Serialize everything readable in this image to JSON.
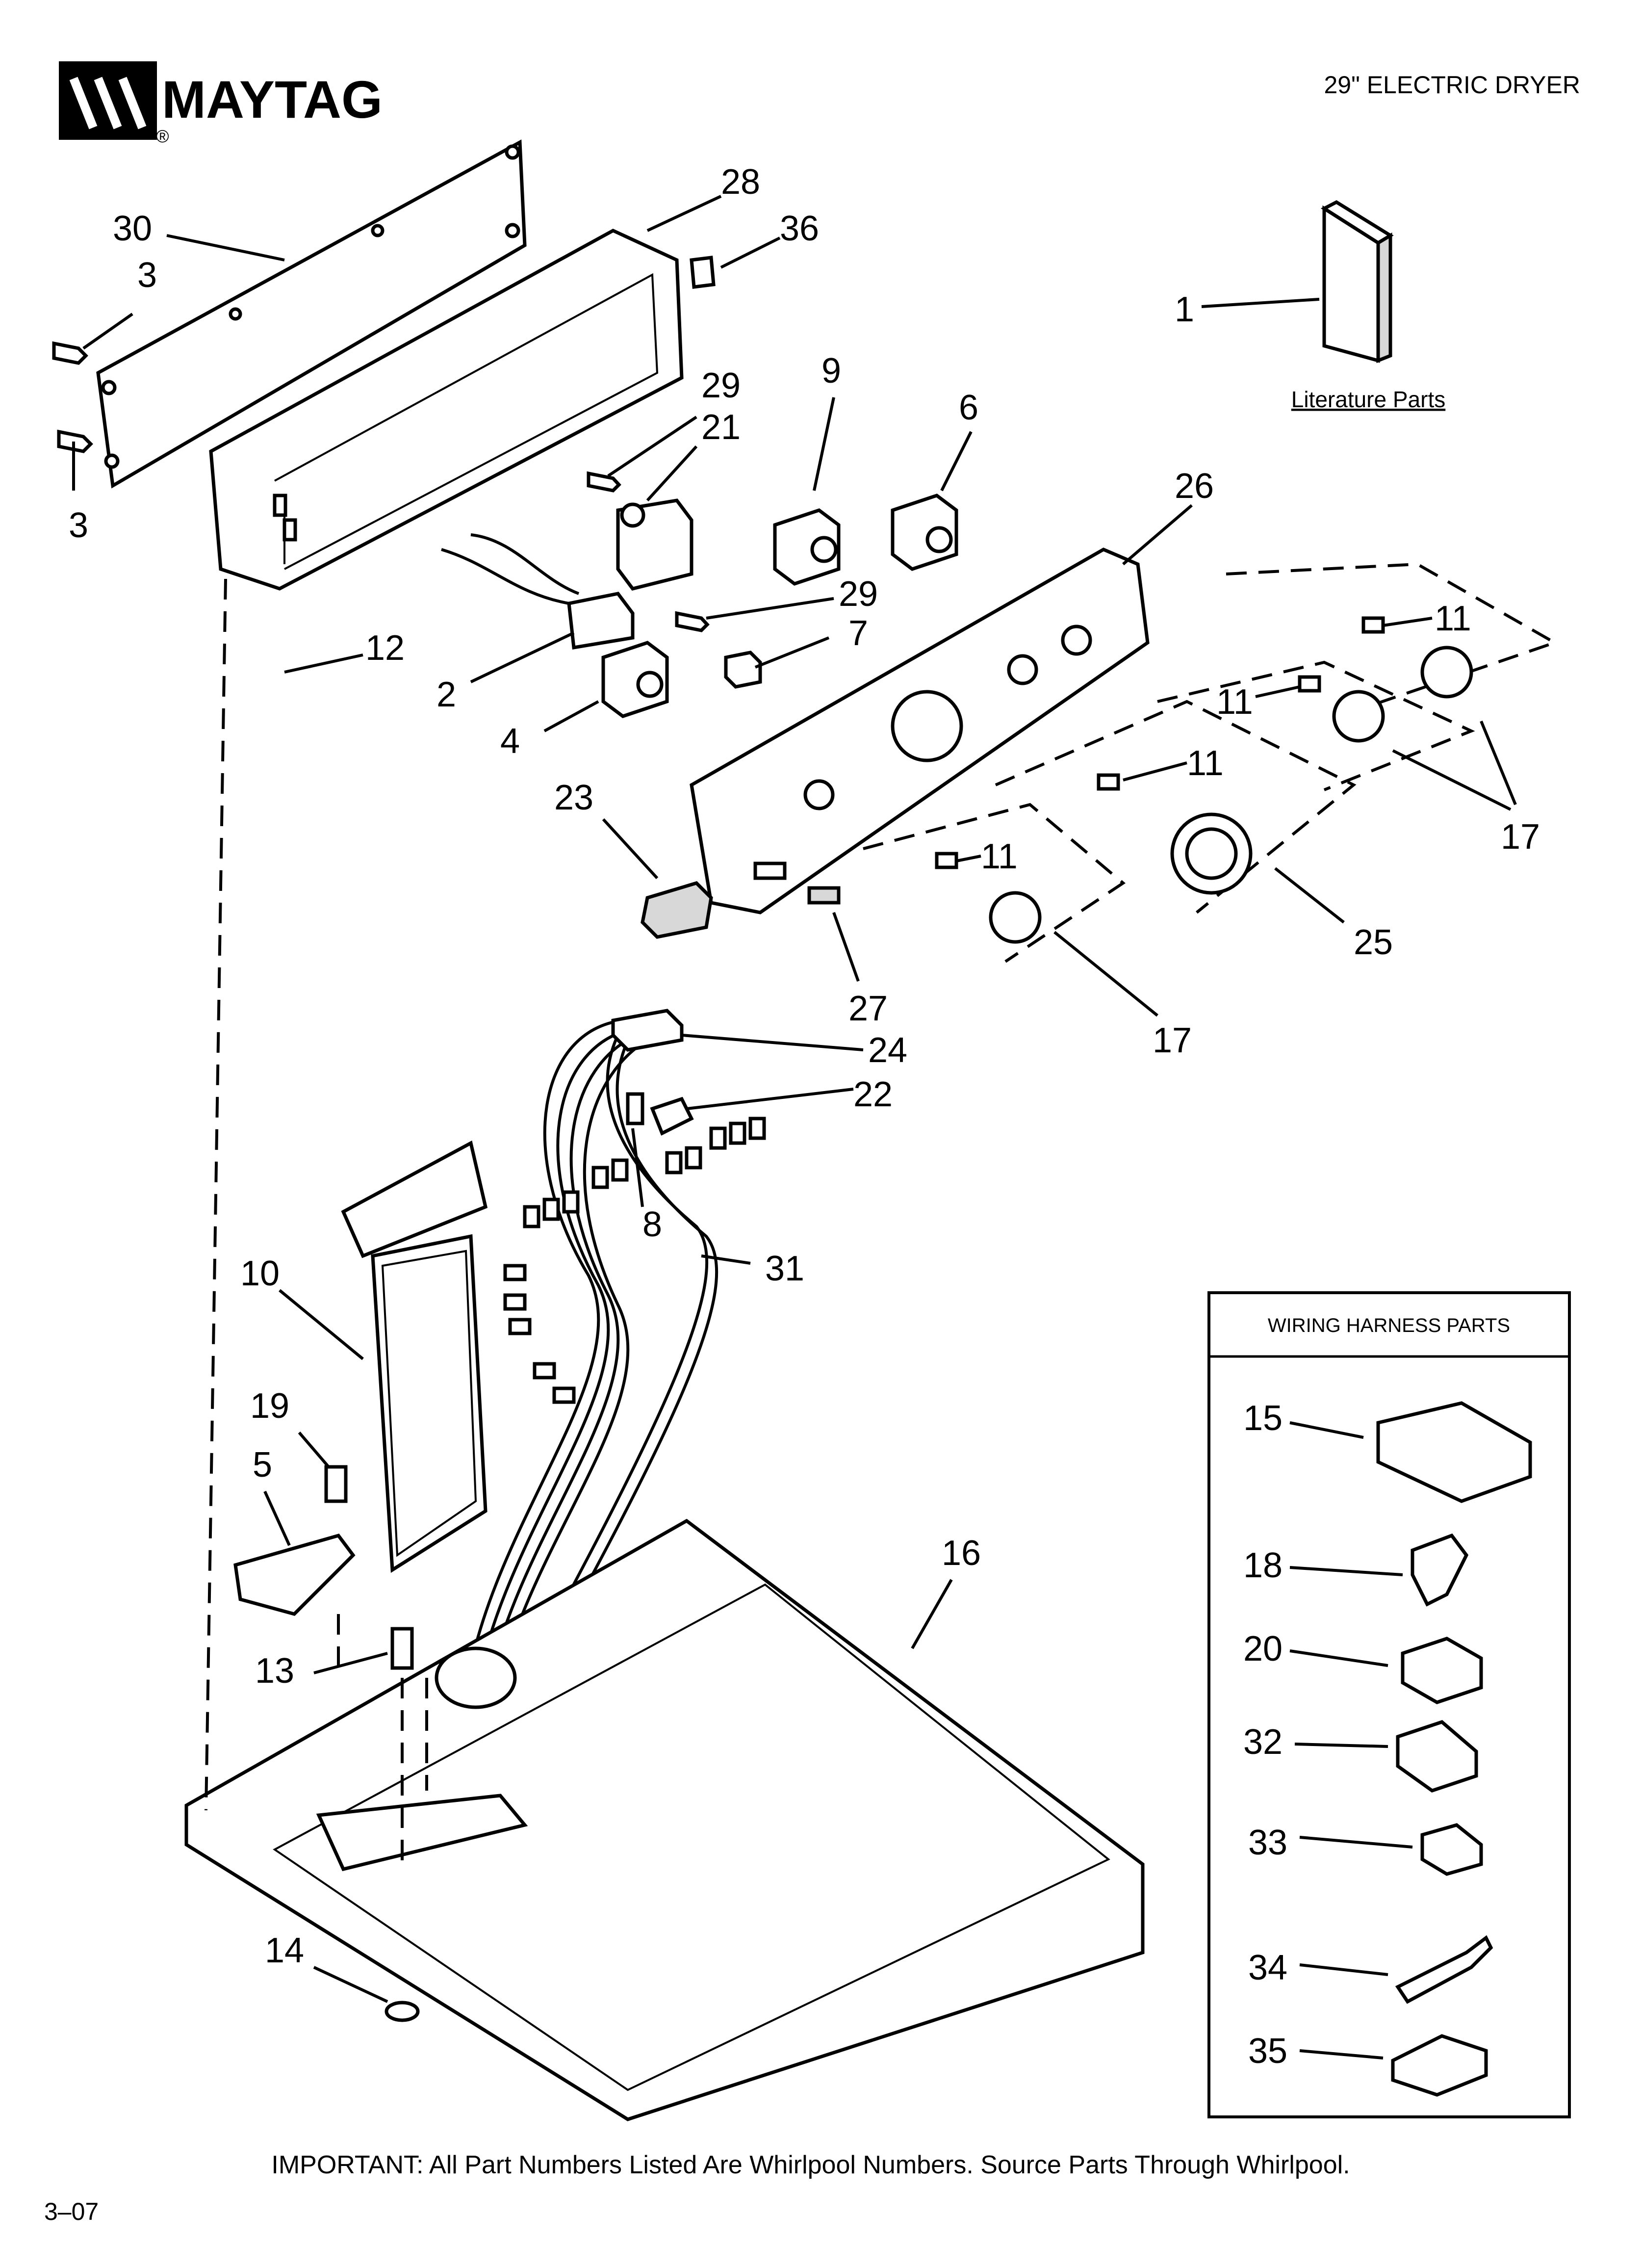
{
  "header": {
    "brand": "MAYTAG",
    "registered_mark": "®",
    "title": "29\" ELECTRIC DRYER"
  },
  "literature": {
    "label": "Literature Parts",
    "part_number": "1"
  },
  "wiring_box": {
    "title": "WIRING HARNESS PARTS",
    "parts": [
      "15",
      "18",
      "20",
      "32",
      "33",
      "34",
      "35"
    ]
  },
  "callouts": {
    "c30": "30",
    "c28": "28",
    "c36": "36",
    "c3a": "3",
    "c3b": "3",
    "c29a": "29",
    "c21": "21",
    "c9": "9",
    "c6": "6",
    "c26": "26",
    "c12": "12",
    "c2": "2",
    "c29b": "29",
    "c7": "7",
    "c4": "4",
    "c11a": "11",
    "c11b": "11",
    "c11c": "11",
    "c11d": "11",
    "c17a": "17",
    "c17b": "17",
    "c25": "25",
    "c23": "23",
    "c27": "27",
    "c24": "24",
    "c22": "22",
    "c8": "8",
    "c31": "31",
    "c10": "10",
    "c19": "19",
    "c5": "5",
    "c13": "13",
    "c16": "16",
    "c14": "14"
  },
  "footer": {
    "notice": "IMPORTANT: All Part Numbers Listed Are Whirlpool Numbers. Source Parts Through Whirlpool.",
    "code": "3–07"
  }
}
